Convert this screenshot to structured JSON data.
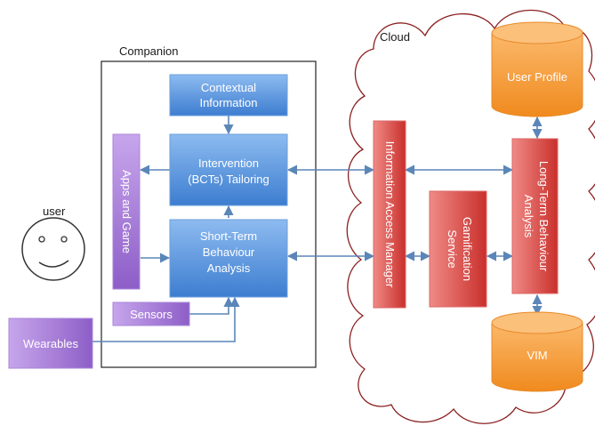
{
  "labels": {
    "cloud": "Cloud",
    "companion": "Companion",
    "user": "user"
  },
  "boxes": {
    "contextual": [
      "Contextual",
      "Information"
    ],
    "intervention": [
      "Intervention",
      "(BCTs) Tailoring"
    ],
    "short_term": [
      "Short-Term",
      "Behaviour",
      "Analysis"
    ],
    "apps": "Apps and Game",
    "sensors": "Sensors",
    "wearables": "Wearables",
    "info_access": "Information Access Manager",
    "gamification": [
      "Gamification",
      "Service"
    ],
    "long_term": [
      "Long-Term Behaviour",
      "Analysis"
    ],
    "user_profile": "User Profile",
    "vim": "VIM"
  },
  "colors": {
    "blue": "#4f8fd8",
    "purple": "#9b6fcf",
    "red": "#d9534f",
    "orange": "#f79a3c",
    "arrow": "#5b86b8",
    "cloud_stroke": "#8b2020"
  }
}
